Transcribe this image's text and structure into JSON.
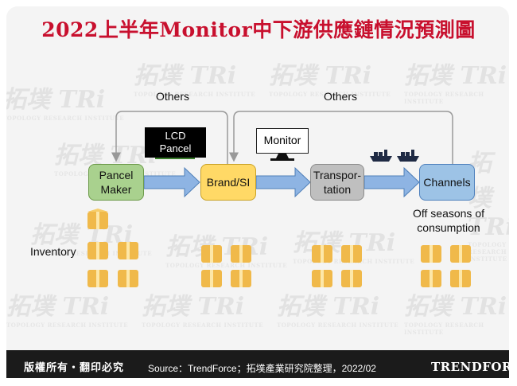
{
  "title": "2022上半年Monitor中下游供應鏈情況預測圖",
  "watermark": {
    "brand": "拓墣 TRi",
    "sub": "TOPOLOGY RESEARCH INSTITUTE"
  },
  "diagram": {
    "others_left": "Others",
    "others_right": "Others",
    "nodes": {
      "panel_maker": "Pancel\nMaker",
      "brand_si": "Brand/SI",
      "transportation": "Transpor-\ntation",
      "channels": "Channels"
    },
    "lcd_panel_label": "LCD\nPancel",
    "monitor_label": "Monitor",
    "inventory_label": "Inventory",
    "off_season_label": "Off seasons of\nconsumption"
  },
  "colors": {
    "title": "#c8102e",
    "panel_maker": "#a9d18e",
    "brand_si": "#ffd966",
    "transportation": "#bfbfbf",
    "channels": "#9dc3e6",
    "arrow": "#8eb4e3",
    "box": "#f0b94a"
  },
  "footer": {
    "rights": "版權所有・翻印必究",
    "source": "Source：TrendForce；拓墣產業研究院整理，2022/02",
    "logo": "TRENDFORCE"
  }
}
